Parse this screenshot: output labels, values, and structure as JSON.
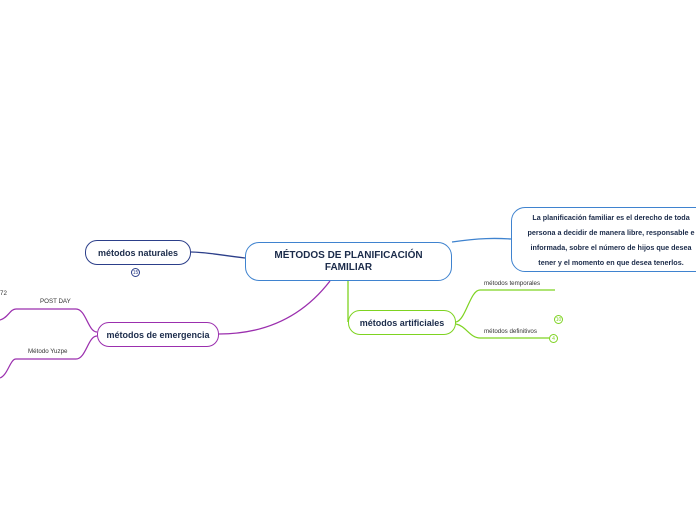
{
  "central": {
    "title": "MÉTODOS DE PLANIFICACIÓN FAMILIAR"
  },
  "definition": {
    "text": "La planificación familiar es el derecho de toda persona a decidir de manera libre, responsable e informada, sobre el número de hijos que desea tener y el momento en que desea tenerlos."
  },
  "branches": {
    "naturales": {
      "label": "métodos naturales",
      "count": "15",
      "color": "#2c3f8a"
    },
    "artificiales": {
      "label": "métodos artificiales",
      "color": "#7ed321",
      "children": [
        {
          "label": "métodos temporales",
          "count": "10"
        },
        {
          "label": "métodos definitivos",
          "count": "4"
        }
      ]
    },
    "emergencia": {
      "label": "métodos de emergencia",
      "color": "#9b2fae",
      "children": [
        {
          "label": "POST DAY",
          "partial": "72"
        },
        {
          "label": "Método Yuzpe"
        }
      ]
    }
  },
  "colors": {
    "central_border": "#3f83cf",
    "text": "#1b2b4a"
  }
}
